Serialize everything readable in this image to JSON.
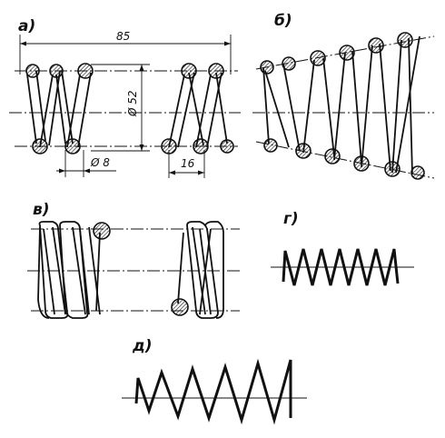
{
  "views": {
    "a": {
      "label": "а)"
    },
    "b": {
      "label": "б)"
    },
    "v": {
      "label": "в)"
    },
    "g": {
      "label": "г)"
    },
    "d": {
      "label": "д)"
    }
  },
  "dimensions": {
    "length": "85",
    "diameter": "Ø 52",
    "wire": "Ø 8",
    "pitch": "16"
  },
  "colors": {
    "ink": "#111111",
    "paper": "#ffffff"
  }
}
